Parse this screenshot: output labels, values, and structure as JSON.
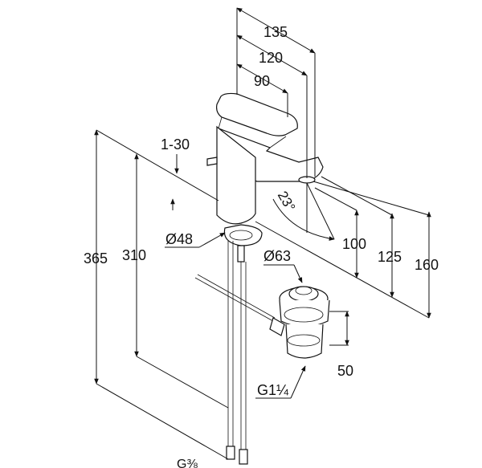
{
  "dimensions": {
    "width_135": "135",
    "width_120": "120",
    "width_90": "90",
    "handle_range": "1-30",
    "base_diameter": "Ø48",
    "hole_diameter": "Ø63",
    "height_365": "365",
    "height_310": "310",
    "height_100": "100",
    "height_125": "125",
    "height_160": "160",
    "angle": "23°",
    "drain_height": "50",
    "drain_thread": "G1¼",
    "hose_thread": "G⅜"
  }
}
